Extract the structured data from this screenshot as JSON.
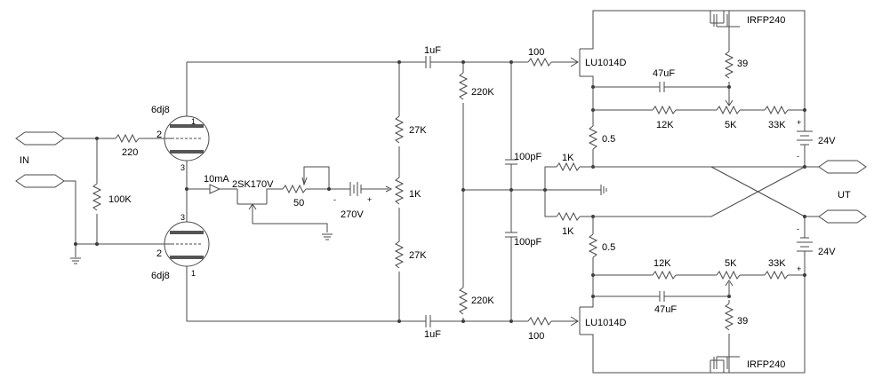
{
  "io": {
    "input_label": "IN",
    "output_label": "UT"
  },
  "tubes": {
    "top_name": "6dj8",
    "bottom_name": "6dj8",
    "pin_plate": "1",
    "pin_grid": "2",
    "pin_cathode": "3"
  },
  "input_stage": {
    "grid_resistor": "220",
    "input_resistor": "100K"
  },
  "ccs": {
    "current": "10mA",
    "jfet": "2SK170V",
    "trim": "50",
    "battery": "270V",
    "minus": "-",
    "plus": "+"
  },
  "divider": {
    "upper": "27K",
    "pot": "1K",
    "lower": "27K"
  },
  "coupling": {
    "cap_top": "1uF",
    "cap_bottom": "1uF",
    "bias_top": "220K",
    "bias_bottom": "220K",
    "filter_top": "100pF",
    "filter_bottom": "100pF"
  },
  "output_top": {
    "gate_resistor": "100",
    "fet": "LU1014D",
    "cap": "47uF",
    "source_res": "0.5",
    "r12k": "12K",
    "pot5k": "5K",
    "r33k": "33K",
    "r39": "39",
    "mosfet": "IRFP240",
    "feedback": "1K",
    "supply": "24V",
    "plus": "+",
    "minus": "-"
  },
  "output_bottom": {
    "gate_resistor": "100",
    "fet": "LU1014D",
    "cap": "47uF",
    "source_res": "0.5",
    "r12k": "12K",
    "pot5k": "5K",
    "r33k": "33K",
    "r39": "39",
    "mosfet": "IRFP240",
    "feedback": "1K",
    "supply": "24V",
    "plus": "+",
    "minus": "-"
  }
}
